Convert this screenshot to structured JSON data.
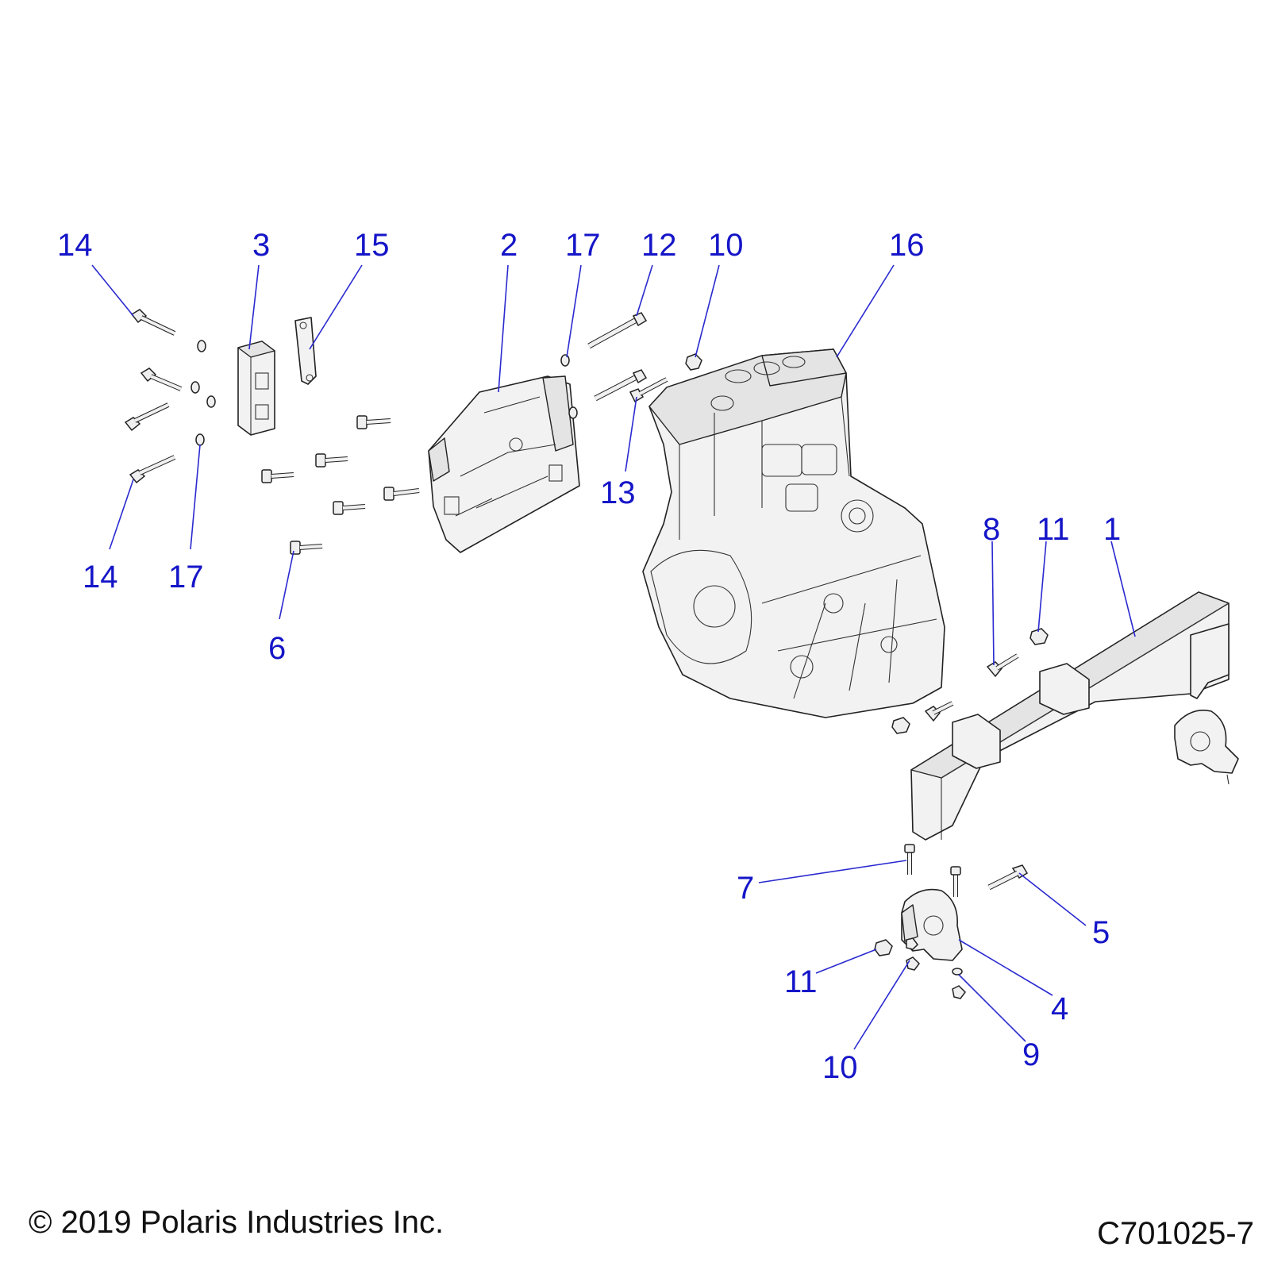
{
  "callouts": {
    "c14_top": "14",
    "c3": "3",
    "c15": "15",
    "c2": "2",
    "c17_top": "17",
    "c12": "12",
    "c10_top": "10",
    "c16": "16",
    "c13": "13",
    "c14_bottom": "14",
    "c17_bottom": "17",
    "c6": "6",
    "c8": "8",
    "c11_top": "11",
    "c1": "1",
    "c7": "7",
    "c5": "5",
    "c11_bottom": "11",
    "c4": "4",
    "c9": "9",
    "c10_bottom": "10"
  },
  "footer": {
    "copyright": "© 2019 Polaris Industries Inc.",
    "diagram_code": "C701025-7"
  },
  "colors": {
    "callout": "#1515c8",
    "outline": "#222222",
    "part_fill": "#f2f2f2"
  }
}
